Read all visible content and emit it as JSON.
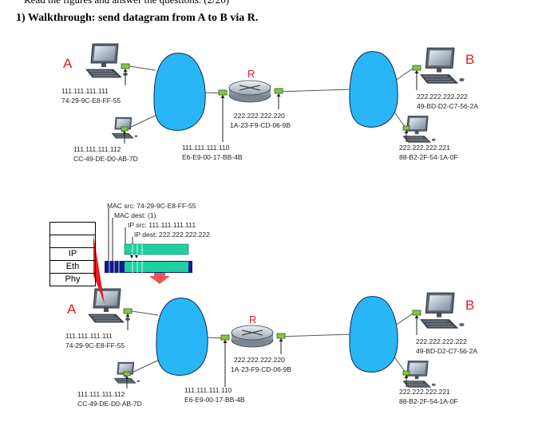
{
  "header": {
    "cut_text": "Read the figures and answer the questions. (2/20)",
    "title": "1)   Walkthrough: send datagram from A to B via R."
  },
  "colors": {
    "cloud": "#29b6f6",
    "red": "#e31b23",
    "interface": "#8bc34a",
    "payload": "#1ed2a0",
    "frame": "#0d1a8c"
  },
  "hosts": {
    "a": {
      "letter": "A",
      "ip": "111.111.111.111",
      "mac": "74-29-9C-E8-FF-55"
    },
    "a2": {
      "ip": "111.111.111.112",
      "mac": "CC-49-DE-D0-AB-7D"
    },
    "b": {
      "letter": "B",
      "ip": "222.222.222.222",
      "mac": "49-BD-D2-C7-56-2A"
    },
    "b2": {
      "ip": "222.222.222.221",
      "mac": "88-B2-2F-54-1A-0F"
    }
  },
  "router": {
    "letter": "R",
    "left_ip": "111.111.111.110",
    "left_mac": "E6-E9-00-17-BB-4B",
    "right_ip": "222.222.222.220",
    "right_mac": "1A-23-F9-CD-06-9B"
  },
  "datagram": {
    "mac_src": "MAC src: 74-29-9C-E8-FF-55",
    "mac_dest": "MAC dest:  (1)",
    "ip_src": "IP src: 111.111.111.111",
    "ip_dest": "IP dest: 222.222.222.222"
  },
  "stack_layers": [
    "IP",
    "Eth",
    "Phy"
  ]
}
